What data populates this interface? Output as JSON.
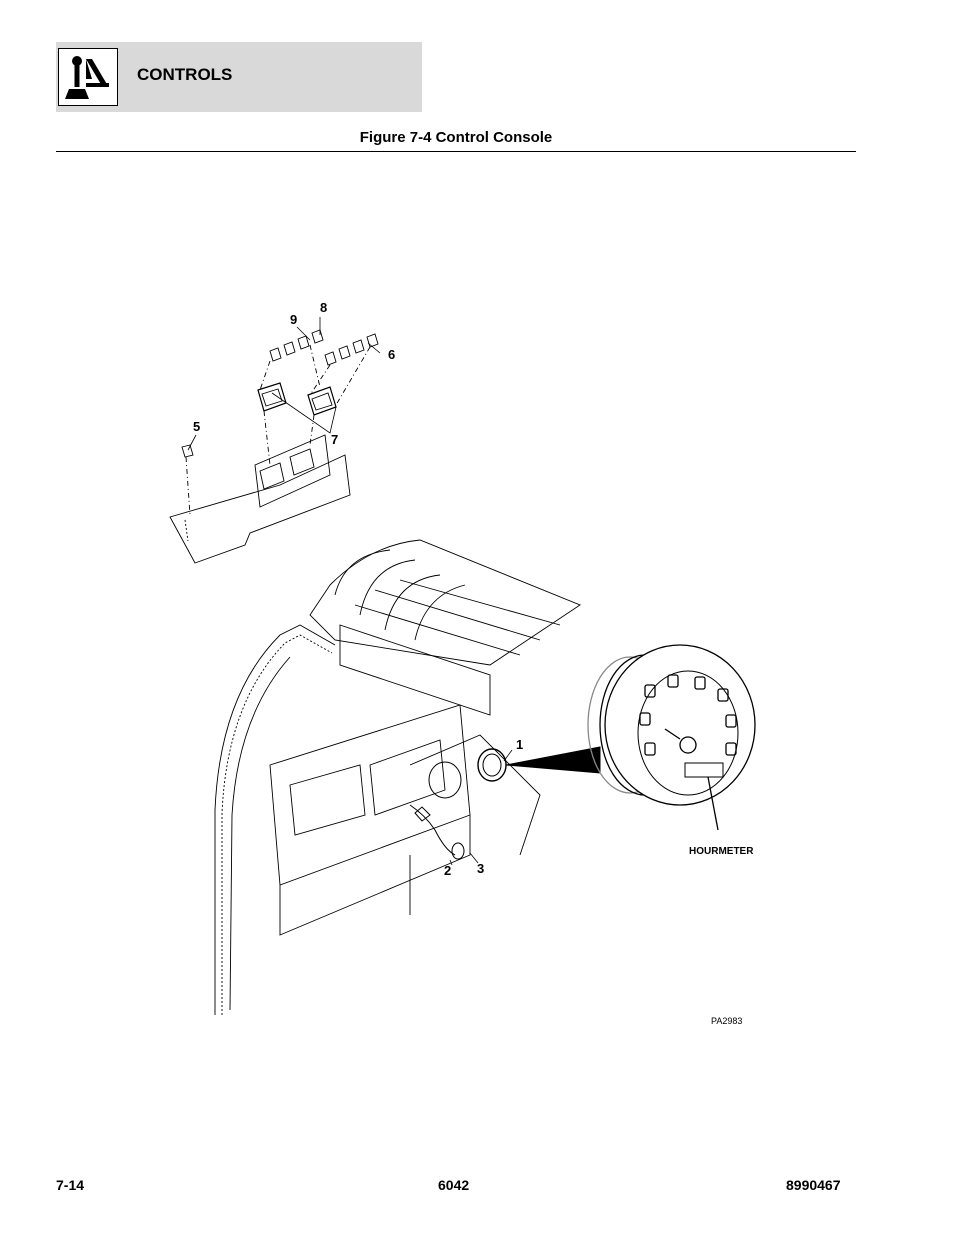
{
  "header": {
    "section_title": "CONTROLS",
    "icon": "joystick-icon"
  },
  "figure": {
    "title": "Figure 7-4 Control Console",
    "callouts": [
      "1",
      "2",
      "3",
      "5",
      "6",
      "7",
      "8",
      "9"
    ],
    "hourmeter_label": "HOURMETER",
    "ref_code": "PA2983"
  },
  "footer": {
    "page": "7-14",
    "model": "6042",
    "doc_number": "8990467"
  }
}
